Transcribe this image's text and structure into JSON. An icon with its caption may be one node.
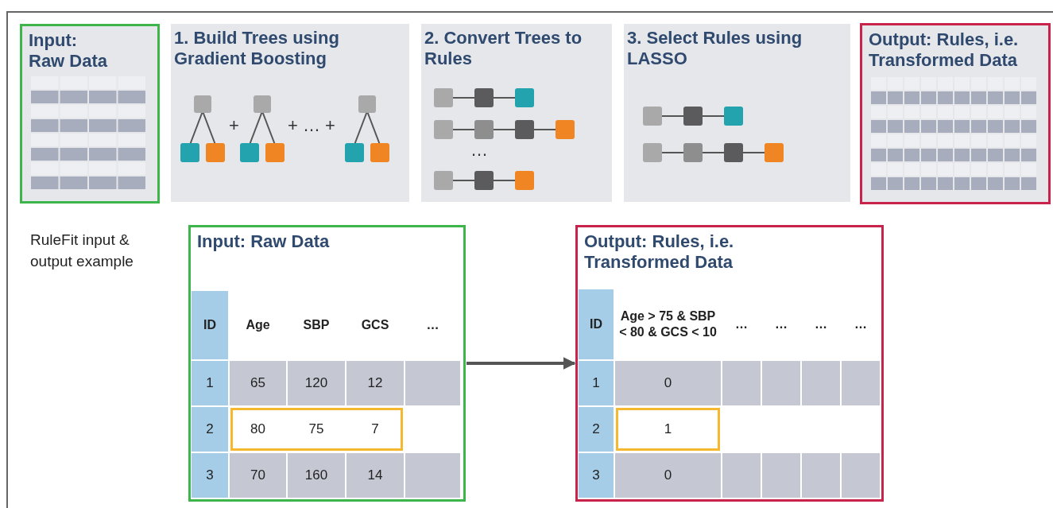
{
  "diagram": {
    "nodes": [
      {
        "text": [
          "Input: Raw Data"
        ]
      },
      {
        "text": [
          "1. Build Trees using Gradient Boosting"
        ]
      },
      {
        "text": [
          "2. Convert Trees to Rules"
        ]
      },
      {
        "text": [
          "3. Select Rules using LASSO"
        ]
      },
      {
        "text": [
          "Output: Rules, i.e. Transformed Data"
        ]
      },
      {
        "text": [
          "Input: Raw Data"
        ]
      },
      {
        "text": [
          "Output: Rules, i.e. Transformed Data"
        ]
      }
    ],
    "edges": [
      {
        "from": 5,
        "to": 6,
        "arrow": "to"
      }
    ],
    "labels": [
      "+",
      "+ … +",
      "…",
      "RuleFit input & output example",
      "ID",
      "Age",
      "SBP",
      "GCS",
      "…",
      "1",
      "65",
      "120",
      "12",
      "2",
      "80",
      "75",
      "7",
      "3",
      "70",
      "160",
      "14",
      "ID",
      "Age > 75 & SBP < 80 & GCS < 10",
      "…",
      "…",
      "…",
      "…",
      "1",
      "0",
      "2",
      "1",
      "3",
      "0"
    ]
  }
}
